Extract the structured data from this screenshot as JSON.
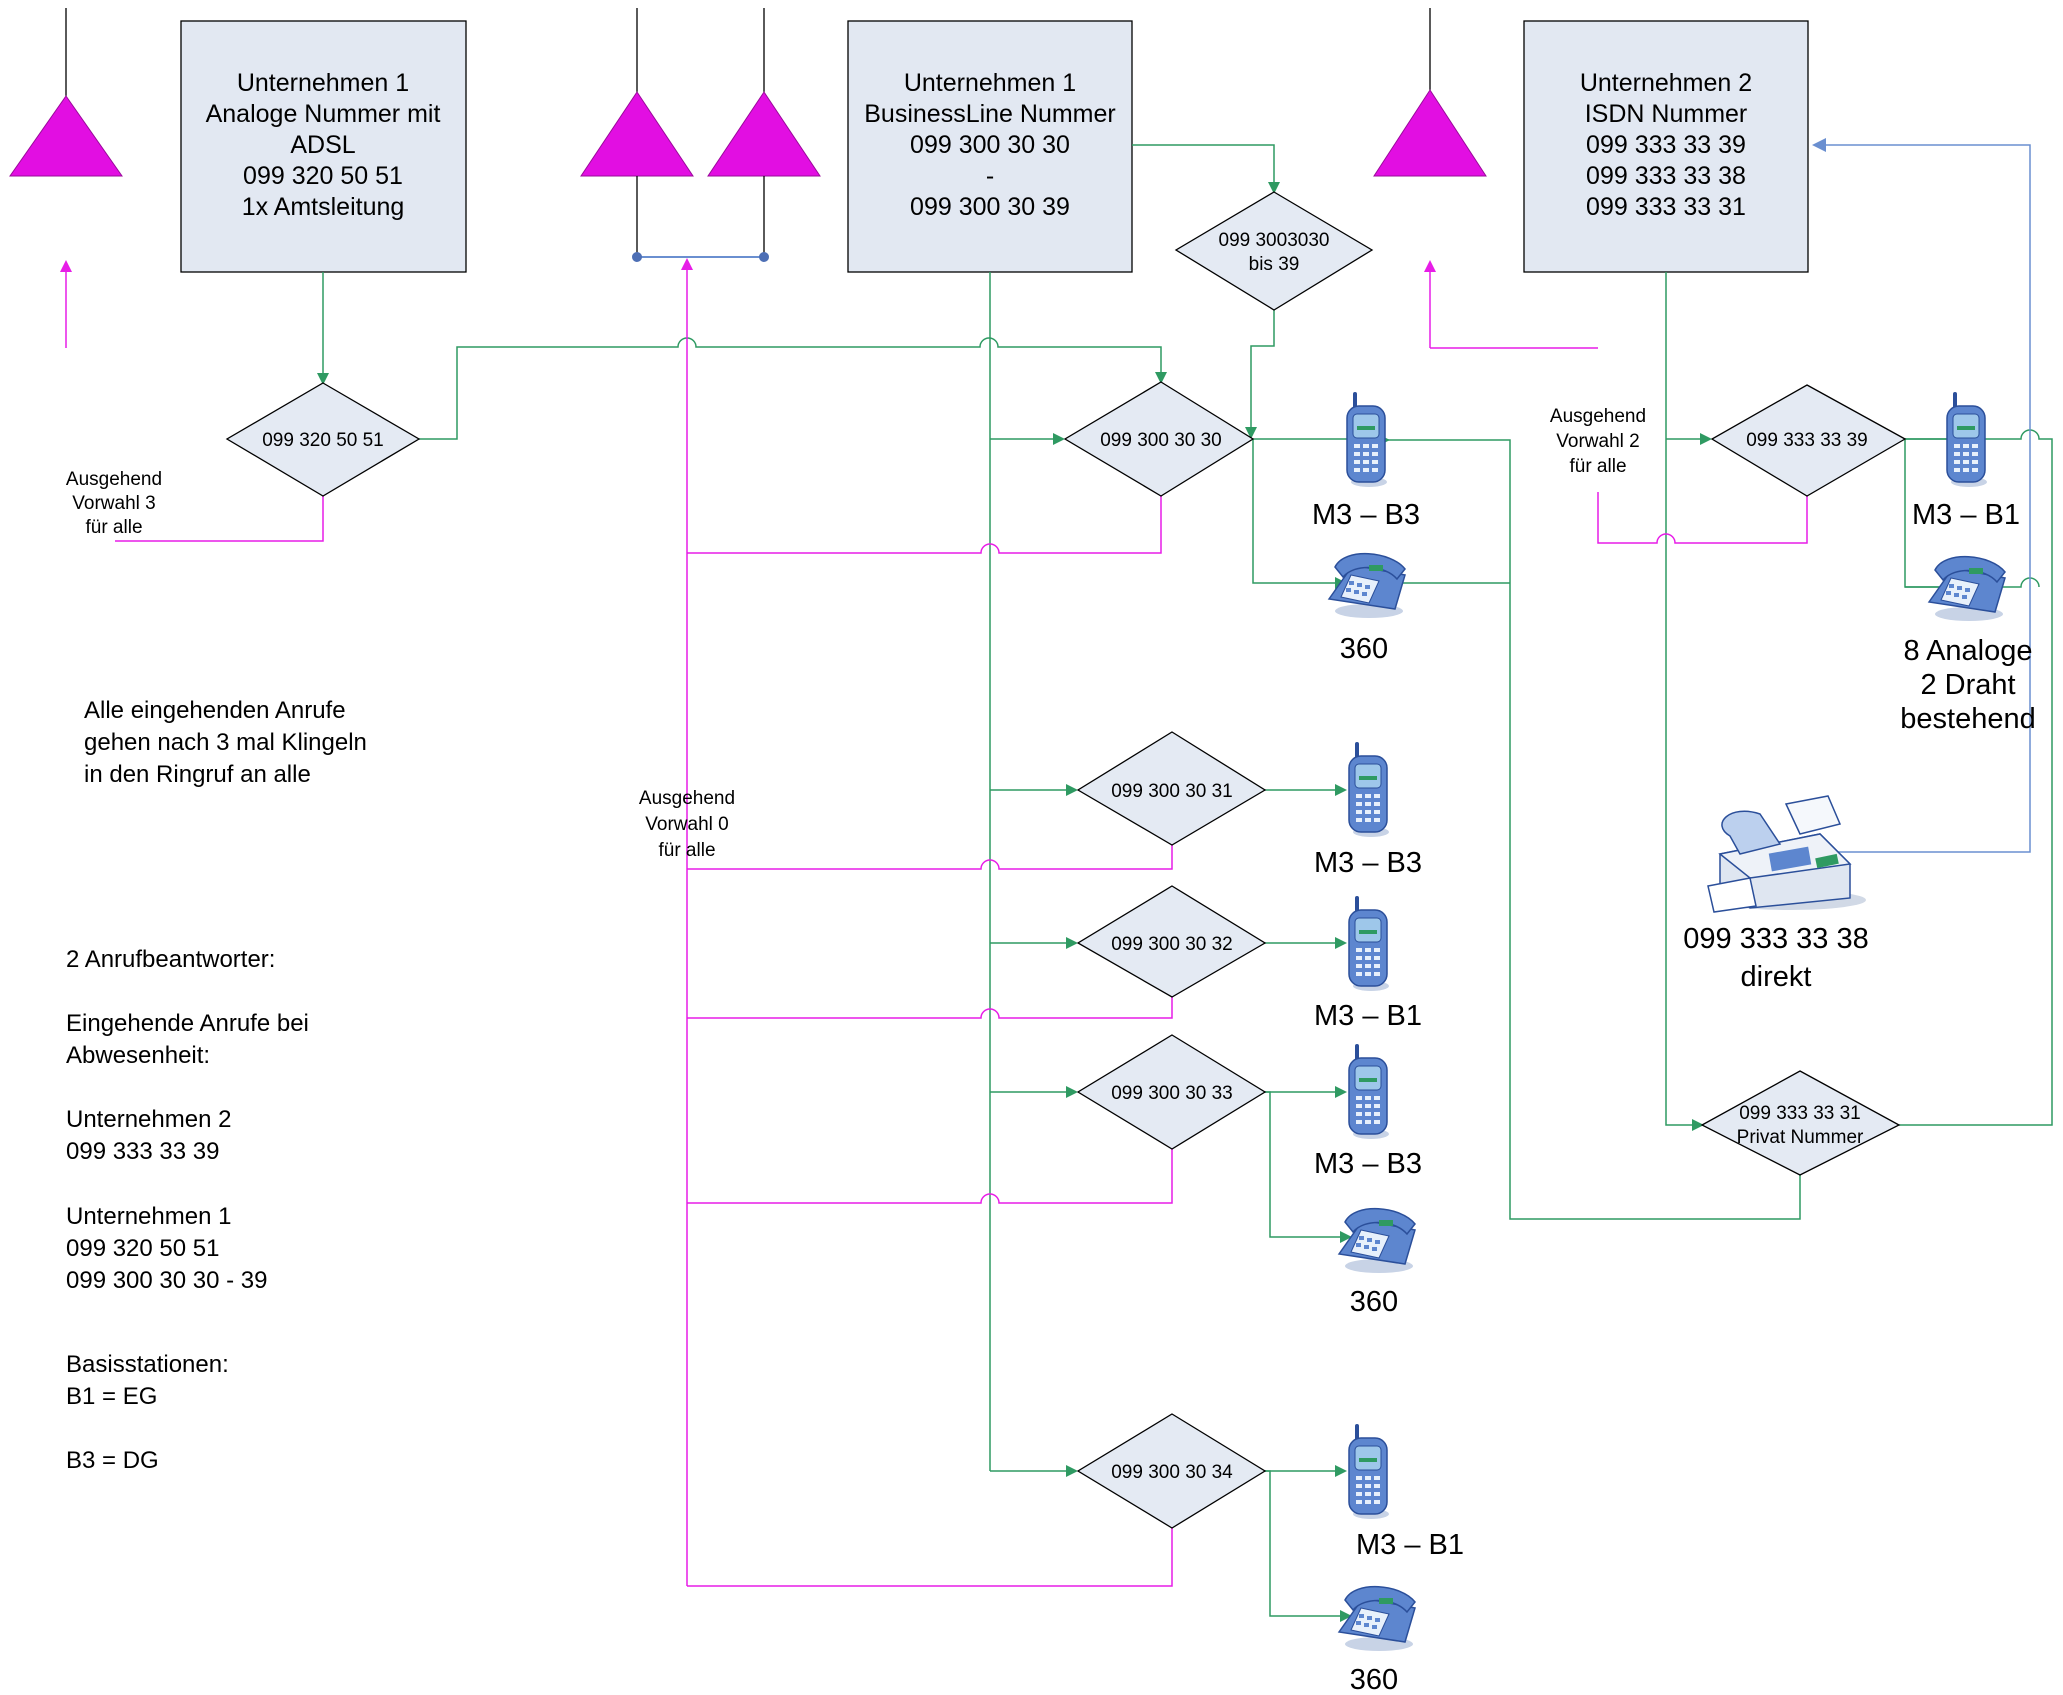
{
  "boxes": {
    "analog": [
      "Unternehmen 1",
      "Analoge Nummer mit",
      "ADSL",
      "099 320 50 51",
      "1x Amtsleitung"
    ],
    "business": [
      "Unternehmen 1",
      "BusinessLine Nummer",
      "099 300 30 30",
      "-",
      "099 300 30 39"
    ],
    "isdn": [
      "Unternehmen 2",
      "ISDN Nummer",
      "099 333 33 39",
      "099 333 33 38",
      "099 333 33 31"
    ]
  },
  "diamonds": {
    "d3205051": "099 320 50 51",
    "drange": [
      "099 3003030",
      "bis  39"
    ],
    "d30": "099 300 30 30",
    "d31": "099 300 30 31",
    "d32": "099 300 30 32",
    "d33": "099 300 30 33",
    "d34": "099  300 30 34",
    "d39": "099 333 33 39",
    "d31priv": [
      "099 333 33 31",
      "Privat Nummer"
    ]
  },
  "outgoing": {
    "v3": [
      "Ausgehend",
      "Vorwahl 3",
      "für alle"
    ],
    "v0": [
      "Ausgehend",
      "Vorwahl 0",
      "für alle"
    ],
    "v2": [
      "Ausgehend",
      "Vorwahl 2",
      "für alle"
    ]
  },
  "device_labels": {
    "m3b3_1": "M3 – B3",
    "p360_1": "360",
    "m3b3_2": "M3 – B3",
    "m3b1_2": "M3 – B1",
    "m3b3_3": "M3 – B3",
    "p360_3": "360",
    "m3b1_4": "M3 – B1",
    "p360_4": "360",
    "m3b1_isdn": "M3 – B1",
    "analog8": [
      "8 Analoge",
      "2 Draht",
      "bestehend"
    ],
    "fax": [
      "099 333 33 38",
      "direkt"
    ]
  },
  "notes": {
    "ringruf": [
      "Alle eingehenden Anrufe",
      "gehen nach 3 mal Klingeln",
      "in den Ringruf an alle"
    ],
    "details": [
      "2 Anrufbeantworter:",
      "",
      "Eingehende Anrufe bei",
      "Abwesenheit:",
      "",
      "Unternehmen 2",
      "099 333 33 39",
      "",
      "Unternehmen 1",
      "099 320 50 51",
      "099 300 30 30 - 39",
      "",
      "Basisstationen:",
      "B1 = EG",
      "",
      "B3 = DG"
    ]
  },
  "colors": {
    "line_green": "#2f9a62",
    "line_magenta": "#e71de7",
    "line_blue": "#6a8fd0",
    "antenna": "#e20ee2",
    "shape_fill": "#e2e8f2",
    "device_blue": "#5d86cf"
  },
  "icons": {
    "antenna": "antenna-triangle-icon",
    "mobile": "mobile-phone-icon",
    "desk": "desk-phone-icon",
    "fax": "fax-machine-icon"
  }
}
